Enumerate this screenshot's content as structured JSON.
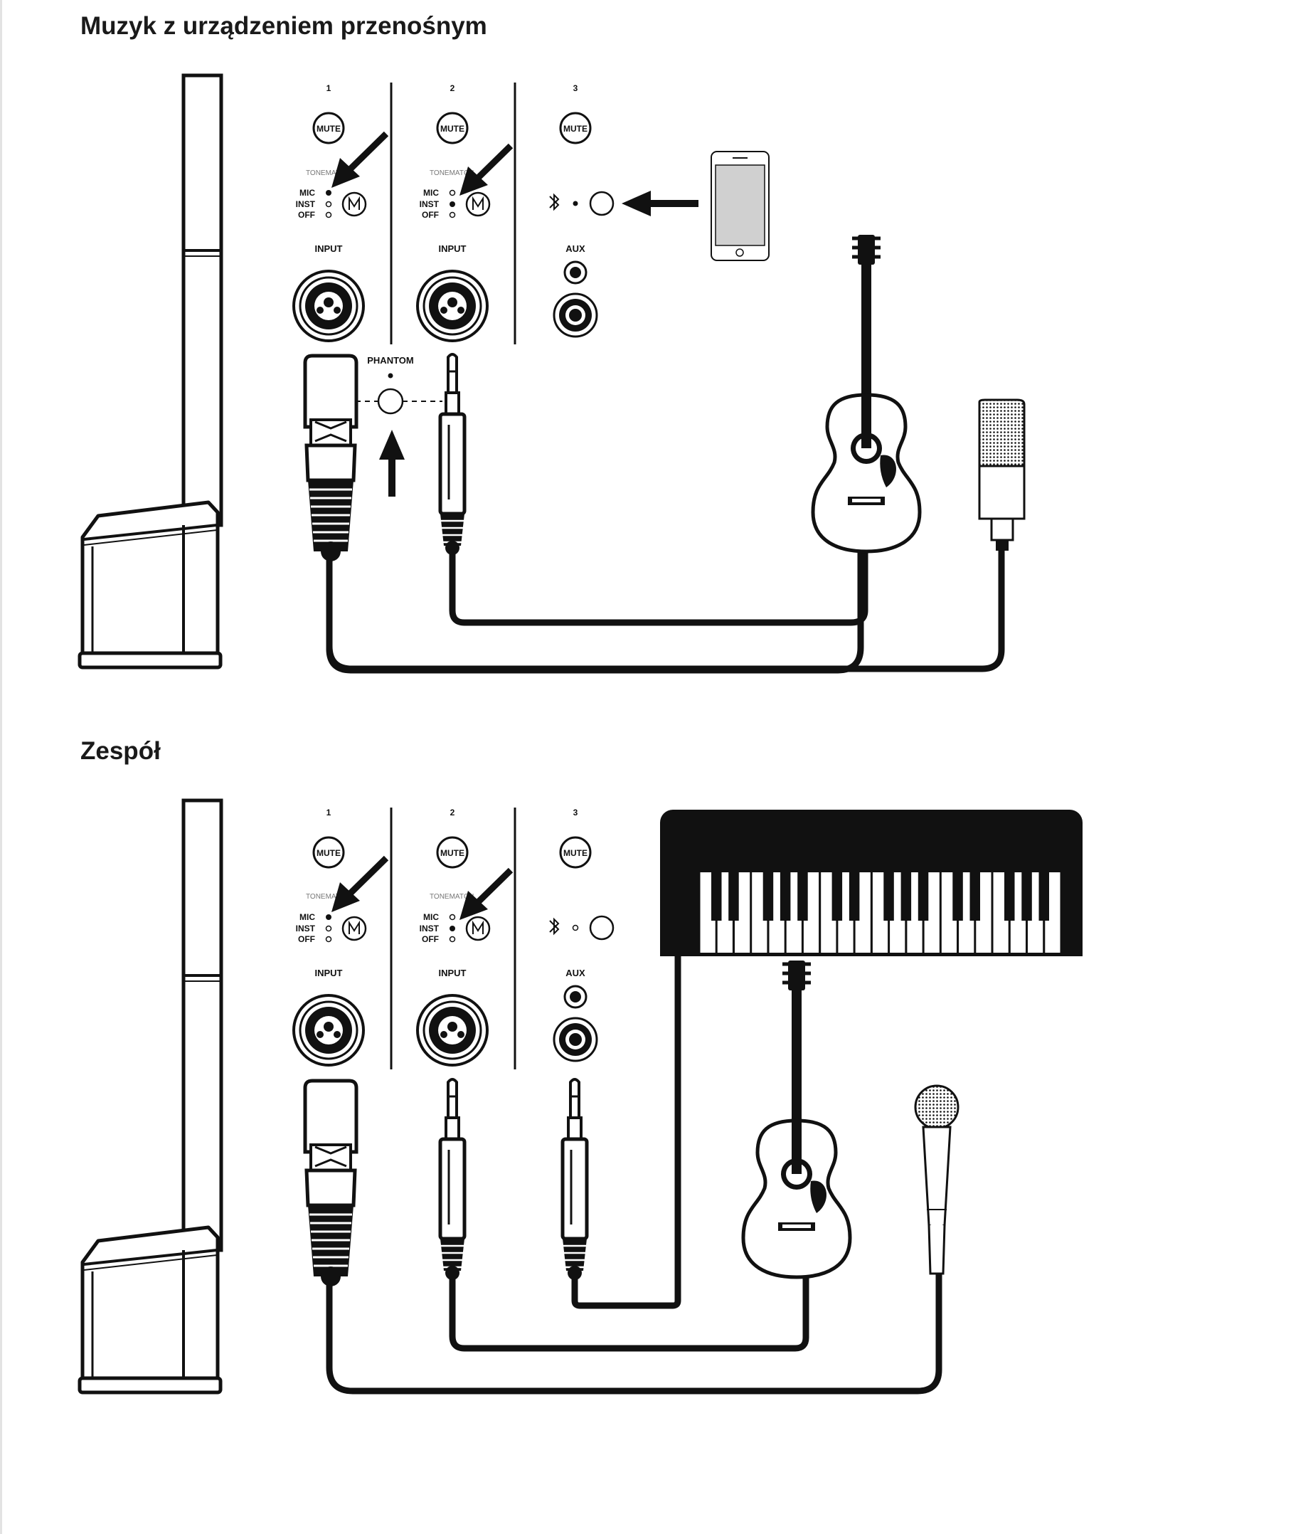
{
  "sections": [
    {
      "title": "Muzyk z urządzeniem przenośnym",
      "channels": [
        {
          "number": "1",
          "mute": "MUTE",
          "tonematch": "TONEMATCH",
          "modes": [
            "MIC",
            "INST",
            "OFF"
          ],
          "input": "INPUT"
        },
        {
          "number": "2",
          "mute": "MUTE",
          "tonematch": "TONEMATCH",
          "modes": [
            "MIC",
            "INST",
            "OFF"
          ],
          "input": "INPUT"
        },
        {
          "number": "3",
          "mute": "MUTE",
          "aux": "AUX"
        }
      ],
      "phantom": "PHANTOM"
    },
    {
      "title": "Zespół",
      "channels": [
        {
          "number": "1",
          "mute": "MUTE",
          "tonematch": "TONEMATCH",
          "modes": [
            "MIC",
            "INST",
            "OFF"
          ],
          "input": "INPUT"
        },
        {
          "number": "2",
          "mute": "MUTE",
          "tonematch": "TONEMATCH",
          "modes": [
            "MIC",
            "INST",
            "OFF"
          ],
          "input": "INPUT"
        },
        {
          "number": "3",
          "mute": "MUTE",
          "aux": "AUX"
        }
      ]
    }
  ],
  "icons": [
    "bluetooth-icon",
    "tonematch-knob-icon",
    "smartphone-icon",
    "acoustic-guitar-icon",
    "condenser-microphone-icon",
    "dynamic-microphone-icon",
    "keyboard-icon",
    "xlr-plug-icon",
    "quarter-inch-plug-icon",
    "line-array-speaker-icon"
  ],
  "colors": {
    "ink": "#111111",
    "screen": "#d0d0d0",
    "background": "#ffffff"
  }
}
